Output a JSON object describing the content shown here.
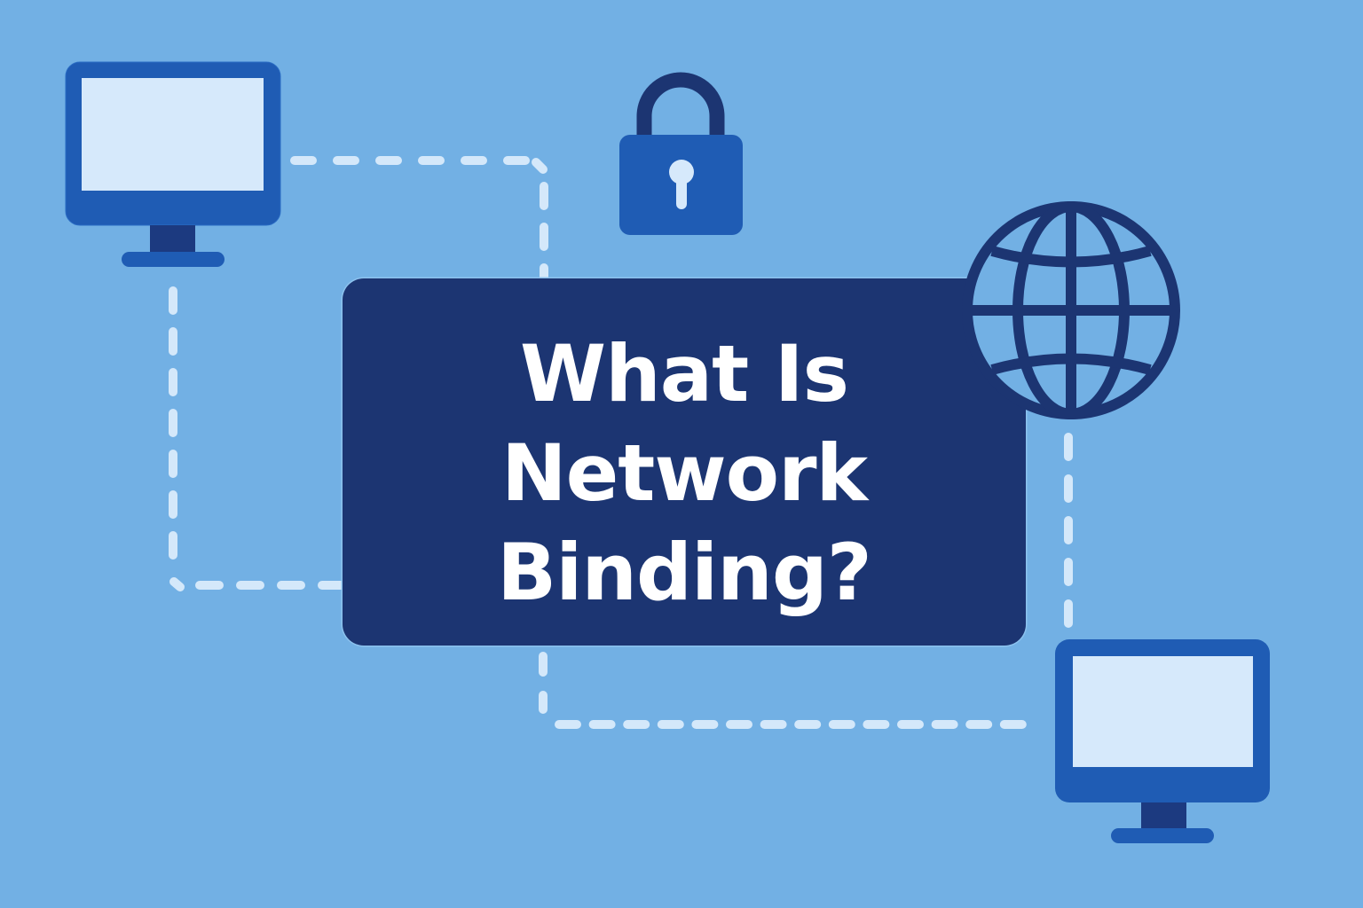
{
  "title": {
    "lines": [
      "What Is",
      "Network",
      "Binding?"
    ]
  },
  "icons": {
    "monitor_top_left": "monitor-icon",
    "lock": "padlock-icon",
    "globe": "globe-icon",
    "monitor_bottom_right": "monitor-icon"
  },
  "colors": {
    "background": "#72b0e4",
    "card": "#1c3572",
    "icon_primary": "#1f5cb4",
    "icon_dark": "#1c3572",
    "screen": "#d6e9fb",
    "dashes": "#d6e9fb",
    "text": "#ffffff"
  }
}
